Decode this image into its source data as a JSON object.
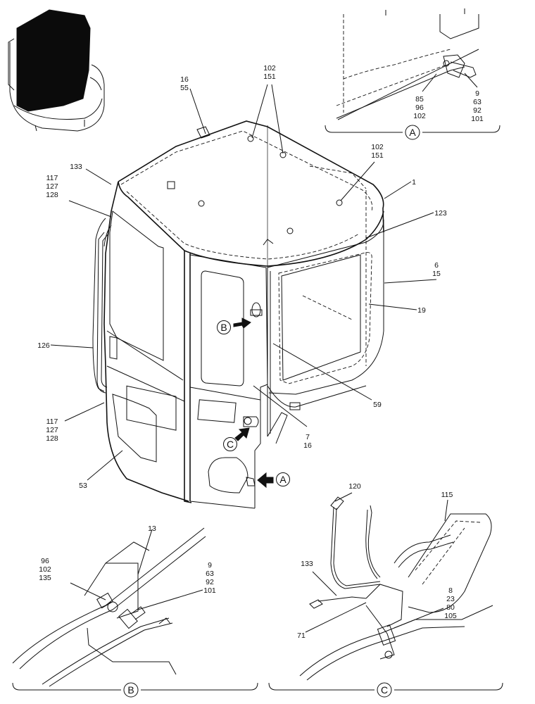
{
  "labels": {
    "l_16_55": [
      "16",
      "55"
    ],
    "l_102_151_top": [
      "102",
      "151"
    ],
    "l_102_151_right": [
      "102",
      "151"
    ],
    "l_133": [
      "133"
    ],
    "l_117_a": [
      "117",
      "127",
      "128"
    ],
    "l_1": [
      "1"
    ],
    "l_123": [
      "123"
    ],
    "l_6_15": [
      "6",
      "15"
    ],
    "l_19": [
      "19"
    ],
    "l_126": [
      "126"
    ],
    "l_59": [
      "59"
    ],
    "l_117_b": [
      "117",
      "127",
      "128"
    ],
    "l_7_16": [
      "7",
      "16"
    ],
    "l_53": [
      "53"
    ],
    "l_a_85": [
      "85",
      "96",
      "102"
    ],
    "l_a_9": [
      "9",
      "63",
      "92",
      "101"
    ],
    "l_b_13": [
      "13"
    ],
    "l_b_96": [
      "96",
      "102",
      "135"
    ],
    "l_b_9": [
      "9",
      "63",
      "92",
      "101"
    ],
    "l_c_120": [
      "120"
    ],
    "l_c_115": [
      "115"
    ],
    "l_c_133": [
      "133"
    ],
    "l_c_8": [
      "8",
      "23",
      "80",
      "105"
    ],
    "l_c_71": [
      "71"
    ]
  },
  "callouts": {
    "detail_a": "A",
    "detail_b": "B",
    "detail_c": "C",
    "arrow_b": "B",
    "arrow_c": "C",
    "arrow_a": "A"
  }
}
